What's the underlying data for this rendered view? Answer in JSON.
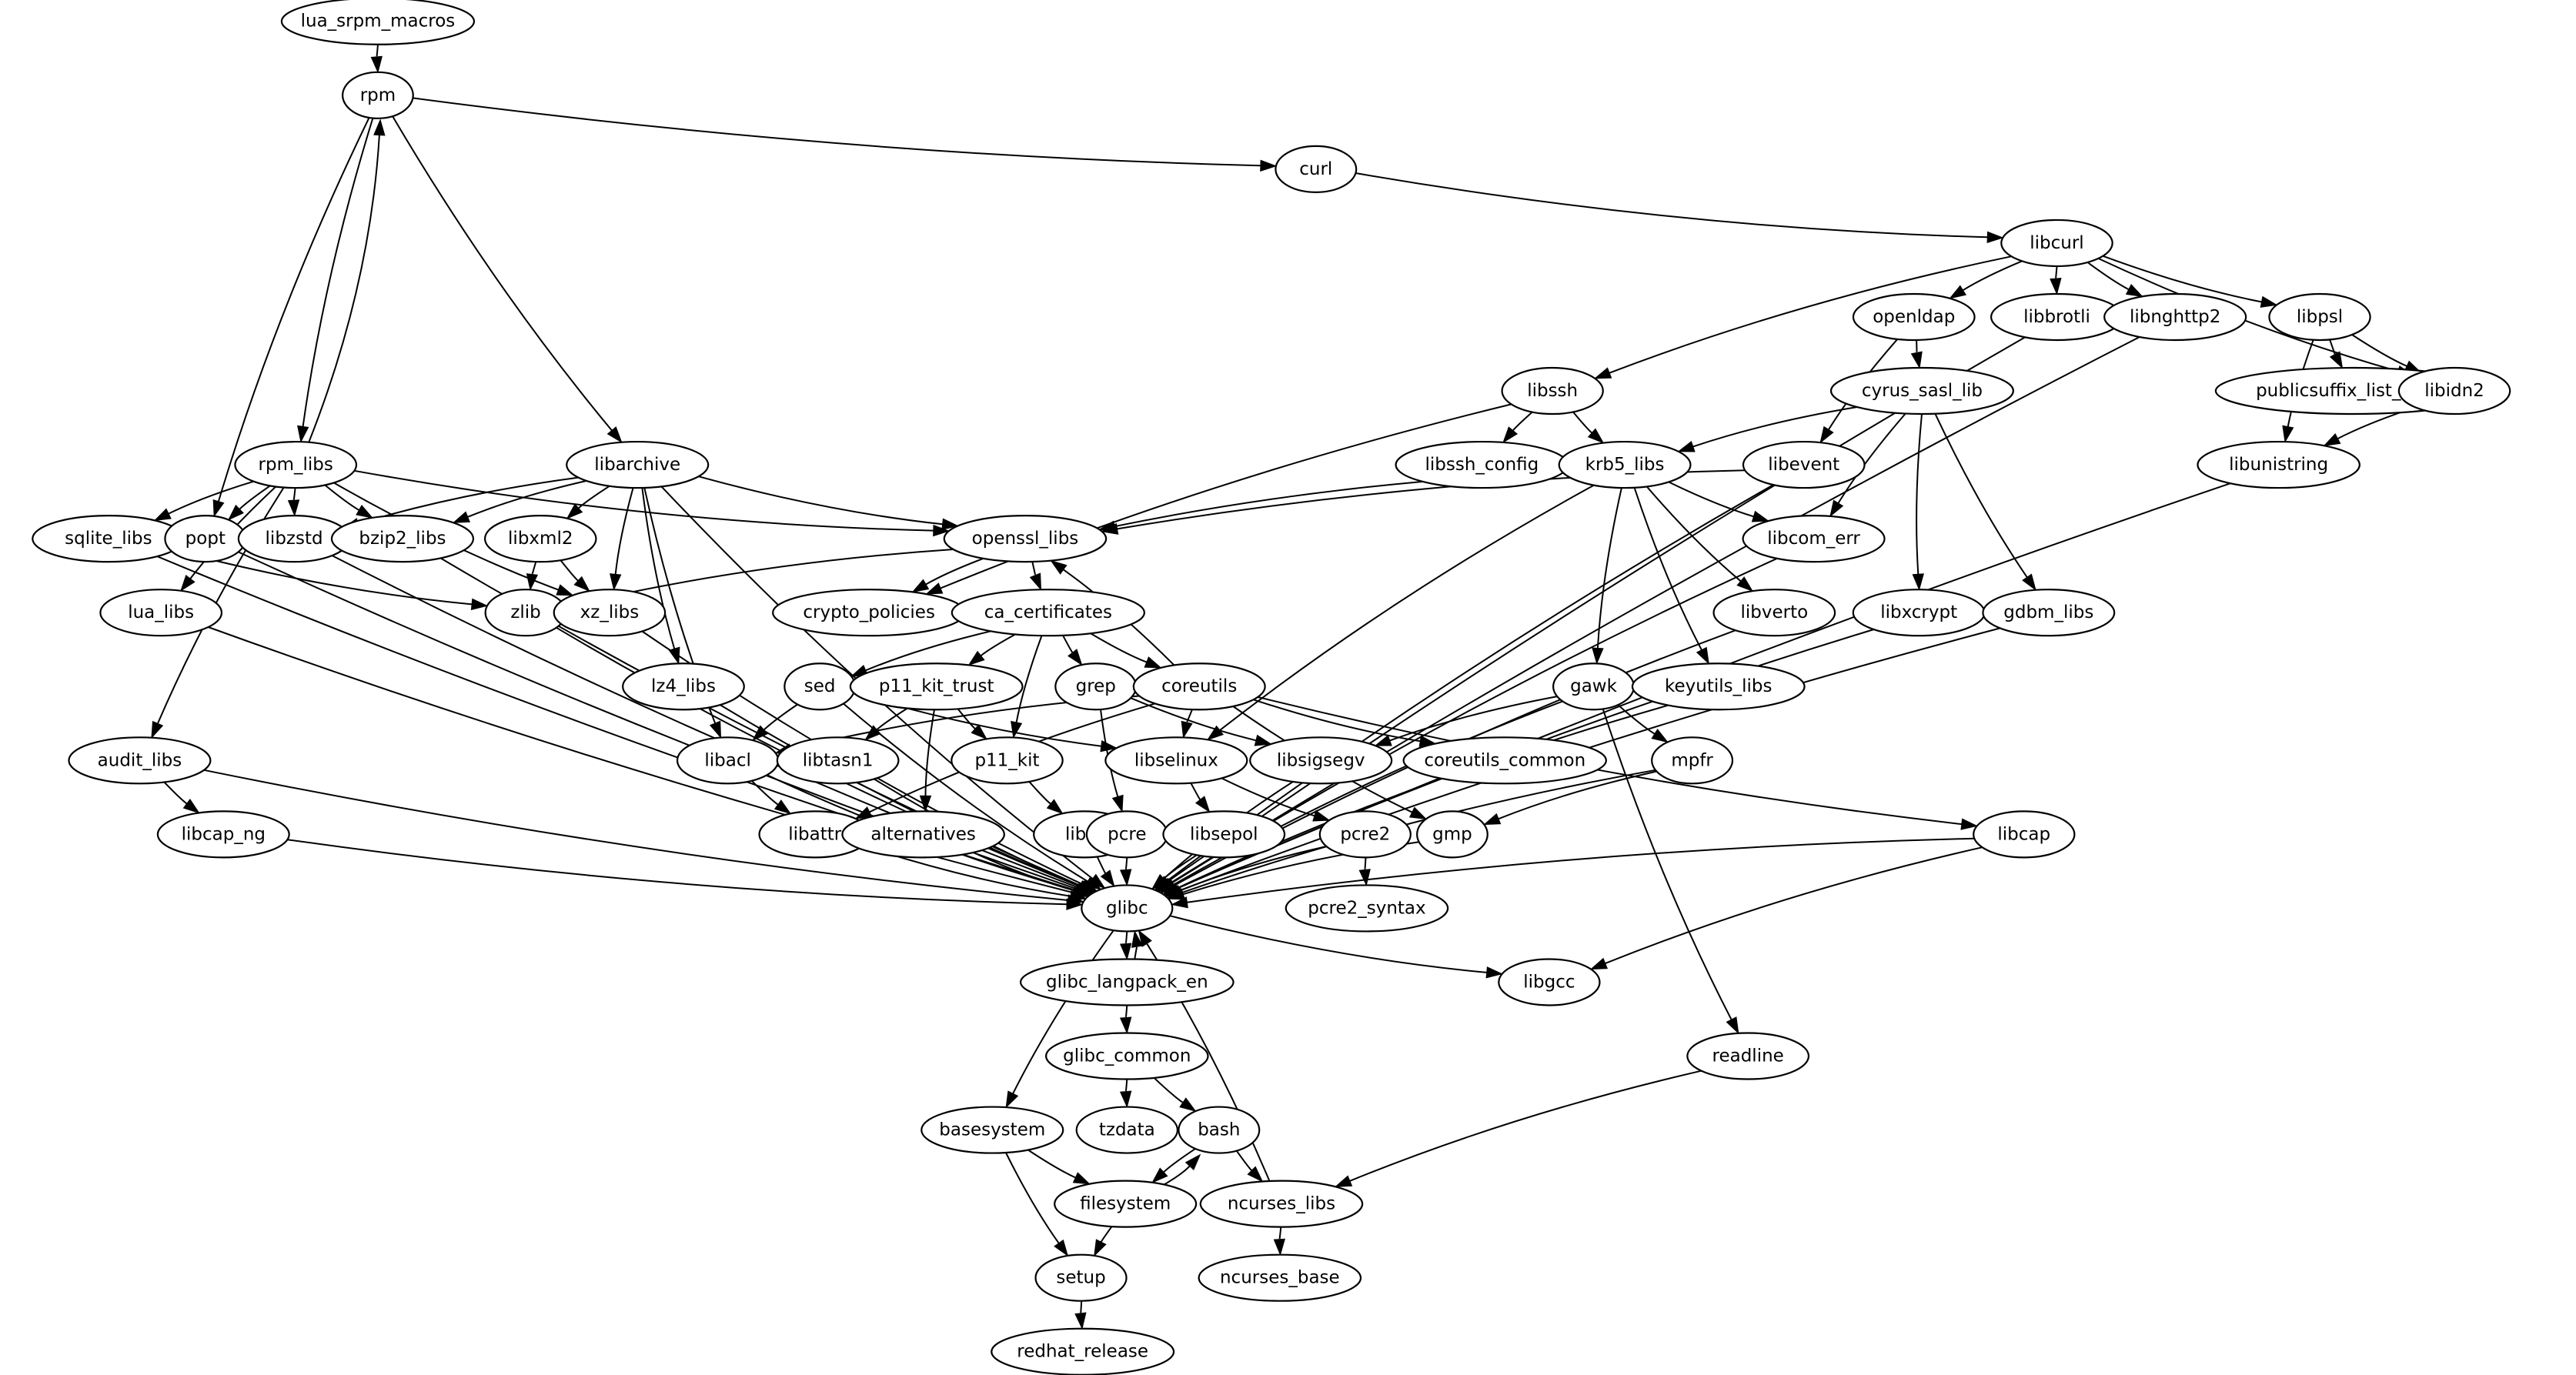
{
  "diagram": {
    "type": "directed-graph",
    "title": "",
    "nodes": [
      {
        "id": "lua_srpm_macros",
        "label": "lua_srpm_macros"
      },
      {
        "id": "rpm",
        "label": "rpm"
      },
      {
        "id": "curl",
        "label": "curl"
      },
      {
        "id": "libcurl",
        "label": "libcurl"
      },
      {
        "id": "rpm_libs",
        "label": "rpm_libs"
      },
      {
        "id": "libarchive",
        "label": "libarchive"
      },
      {
        "id": "openldap",
        "label": "openldap"
      },
      {
        "id": "libbrotli",
        "label": "libbrotli"
      },
      {
        "id": "libnghttp2",
        "label": "libnghttp2"
      },
      {
        "id": "libpsl",
        "label": "libpsl"
      },
      {
        "id": "libssh",
        "label": "libssh"
      },
      {
        "id": "cyrus_sasl_lib",
        "label": "cyrus_sasl_lib"
      },
      {
        "id": "publicsuffix_list_dafsa",
        "label": "publicsuffix_list_dafsa"
      },
      {
        "id": "libidn2",
        "label": "libidn2"
      },
      {
        "id": "libssh_config",
        "label": "libssh_config"
      },
      {
        "id": "krb5_libs",
        "label": "krb5_libs"
      },
      {
        "id": "libevent",
        "label": "libevent"
      },
      {
        "id": "libunistring",
        "label": "libunistring"
      },
      {
        "id": "sqlite_libs",
        "label": "sqlite_libs"
      },
      {
        "id": "popt",
        "label": "popt"
      },
      {
        "id": "libzstd",
        "label": "libzstd"
      },
      {
        "id": "bzip2_libs",
        "label": "bzip2_libs"
      },
      {
        "id": "libxml2",
        "label": "libxml2"
      },
      {
        "id": "openssl_libs",
        "label": "openssl_libs"
      },
      {
        "id": "libcom_err",
        "label": "libcom_err"
      },
      {
        "id": "lua_libs",
        "label": "lua_libs"
      },
      {
        "id": "zlib",
        "label": "zlib"
      },
      {
        "id": "xz_libs",
        "label": "xz_libs"
      },
      {
        "id": "crypto_policies",
        "label": "crypto_policies"
      },
      {
        "id": "ca_certificates",
        "label": "ca_certificates"
      },
      {
        "id": "libverto",
        "label": "libverto"
      },
      {
        "id": "libxcrypt",
        "label": "libxcrypt"
      },
      {
        "id": "gdbm_libs",
        "label": "gdbm_libs"
      },
      {
        "id": "lz4_libs",
        "label": "lz4_libs"
      },
      {
        "id": "sed",
        "label": "sed"
      },
      {
        "id": "p11_kit_trust",
        "label": "p11_kit_trust"
      },
      {
        "id": "grep",
        "label": "grep"
      },
      {
        "id": "coreutils",
        "label": "coreutils"
      },
      {
        "id": "gawk",
        "label": "gawk"
      },
      {
        "id": "keyutils_libs",
        "label": "keyutils_libs"
      },
      {
        "id": "audit_libs",
        "label": "audit_libs"
      },
      {
        "id": "libacl",
        "label": "libacl"
      },
      {
        "id": "libtasn1",
        "label": "libtasn1"
      },
      {
        "id": "p11_kit",
        "label": "p11_kit"
      },
      {
        "id": "libselinux",
        "label": "libselinux"
      },
      {
        "id": "libsigsegv",
        "label": "libsigsegv"
      },
      {
        "id": "coreutils_common",
        "label": "coreutils_common"
      },
      {
        "id": "mpfr",
        "label": "mpfr"
      },
      {
        "id": "libcap_ng",
        "label": "libcap_ng"
      },
      {
        "id": "libattr",
        "label": "libattr"
      },
      {
        "id": "alternatives",
        "label": "alternatives"
      },
      {
        "id": "libffi",
        "label": "libffi"
      },
      {
        "id": "pcre",
        "label": "pcre"
      },
      {
        "id": "libsepol",
        "label": "libsepol"
      },
      {
        "id": "pcre2",
        "label": "pcre2"
      },
      {
        "id": "gmp",
        "label": "gmp"
      },
      {
        "id": "libcap",
        "label": "libcap"
      },
      {
        "id": "glibc",
        "label": "glibc"
      },
      {
        "id": "pcre2_syntax",
        "label": "pcre2_syntax"
      },
      {
        "id": "glibc_langpack_en",
        "label": "glibc_langpack_en"
      },
      {
        "id": "libgcc",
        "label": "libgcc"
      },
      {
        "id": "glibc_common",
        "label": "glibc_common"
      },
      {
        "id": "readline",
        "label": "readline"
      },
      {
        "id": "basesystem",
        "label": "basesystem"
      },
      {
        "id": "tzdata",
        "label": "tzdata"
      },
      {
        "id": "bash",
        "label": "bash"
      },
      {
        "id": "filesystem",
        "label": "filesystem"
      },
      {
        "id": "ncurses_libs",
        "label": "ncurses_libs"
      },
      {
        "id": "setup",
        "label": "setup"
      },
      {
        "id": "ncurses_base",
        "label": "ncurses_base"
      },
      {
        "id": "redhat_release",
        "label": "redhat_release"
      }
    ],
    "edges": [
      [
        "lua_srpm_macros",
        "rpm"
      ],
      [
        "rpm",
        "rpm_libs"
      ],
      [
        "rpm_libs",
        "rpm"
      ],
      [
        "rpm",
        "popt"
      ],
      [
        "rpm",
        "libarchive"
      ],
      [
        "rpm",
        "curl"
      ],
      [
        "curl",
        "libcurl"
      ],
      [
        "libcurl",
        "libssh"
      ],
      [
        "libcurl",
        "openldap"
      ],
      [
        "libcurl",
        "libbrotli"
      ],
      [
        "libcurl",
        "libnghttp2"
      ],
      [
        "libcurl",
        "libpsl"
      ],
      [
        "libcurl",
        "libidn2"
      ],
      [
        "openldap",
        "cyrus_sasl_lib"
      ],
      [
        "openldap",
        "libevent"
      ],
      [
        "libpsl",
        "publicsuffix_list_dafsa"
      ],
      [
        "libpsl",
        "libidn2"
      ],
      [
        "libpsl",
        "libunistring"
      ],
      [
        "libidn2",
        "libunistring"
      ],
      [
        "libssh",
        "libssh_config"
      ],
      [
        "libssh",
        "krb5_libs"
      ],
      [
        "libssh",
        "crypto_policies"
      ],
      [
        "cyrus_sasl_lib",
        "krb5_libs"
      ],
      [
        "cyrus_sasl_lib",
        "libcom_err"
      ],
      [
        "cyrus_sasl_lib",
        "libxcrypt"
      ],
      [
        "cyrus_sasl_lib",
        "gdbm_libs"
      ],
      [
        "krb5_libs",
        "openssl_libs"
      ],
      [
        "krb5_libs",
        "libcom_err"
      ],
      [
        "krb5_libs",
        "libverto"
      ],
      [
        "krb5_libs",
        "keyutils_libs"
      ],
      [
        "krb5_libs",
        "gawk"
      ],
      [
        "krb5_libs",
        "libselinux"
      ],
      [
        "libevent",
        "openssl_libs"
      ],
      [
        "rpm_libs",
        "sqlite_libs"
      ],
      [
        "rpm_libs",
        "popt"
      ],
      [
        "rpm_libs",
        "libzstd"
      ],
      [
        "rpm_libs",
        "bzip2_libs"
      ],
      [
        "rpm_libs",
        "lua_libs"
      ],
      [
        "rpm_libs",
        "audit_libs"
      ],
      [
        "rpm_libs",
        "xz_libs"
      ],
      [
        "rpm_libs",
        "openssl_libs"
      ],
      [
        "libarchive",
        "libzstd"
      ],
      [
        "libarchive",
        "bzip2_libs"
      ],
      [
        "libarchive",
        "libxml2"
      ],
      [
        "libarchive",
        "xz_libs"
      ],
      [
        "libarchive",
        "lz4_libs"
      ],
      [
        "libarchive",
        "libacl"
      ],
      [
        "libarchive",
        "openssl_libs"
      ],
      [
        "libarchive",
        "glibc"
      ],
      [
        "libxml2",
        "zlib"
      ],
      [
        "libxml2",
        "xz_libs"
      ],
      [
        "sqlite_libs",
        "zlib"
      ],
      [
        "openssl_libs",
        "zlib"
      ],
      [
        "openssl_libs",
        "crypto_policies"
      ],
      [
        "openssl_libs",
        "ca_certificates"
      ],
      [
        "ca_certificates",
        "sed"
      ],
      [
        "ca_certificates",
        "p11_kit_trust"
      ],
      [
        "ca_certificates",
        "p11_kit"
      ],
      [
        "ca_certificates",
        "grep"
      ],
      [
        "ca_certificates",
        "coreutils"
      ],
      [
        "coreutils",
        "openssl_libs"
      ],
      [
        "coreutils",
        "libacl"
      ],
      [
        "coreutils",
        "libattr"
      ],
      [
        "coreutils",
        "libselinux"
      ],
      [
        "coreutils",
        "coreutils_common"
      ],
      [
        "coreutils",
        "gmp"
      ],
      [
        "coreutils",
        "libcap"
      ],
      [
        "sed",
        "libacl"
      ],
      [
        "sed",
        "libselinux"
      ],
      [
        "p11_kit_trust",
        "libtasn1"
      ],
      [
        "p11_kit_trust",
        "p11_kit"
      ],
      [
        "p11_kit_trust",
        "alternatives"
      ],
      [
        "grep",
        "pcre"
      ],
      [
        "grep",
        "libsigsegv"
      ],
      [
        "gawk",
        "libsigsegv"
      ],
      [
        "gawk",
        "mpfr"
      ],
      [
        "gawk",
        "readline"
      ],
      [
        "mpfr",
        "gmp"
      ],
      [
        "audit_libs",
        "libcap_ng"
      ],
      [
        "libacl",
        "libattr"
      ],
      [
        "p11_kit",
        "libffi"
      ],
      [
        "libselinux",
        "libsepol"
      ],
      [
        "libselinux",
        "pcre2"
      ],
      [
        "pcre2",
        "pcre2_syntax"
      ],
      [
        "libcap",
        "libgcc"
      ],
      [
        "sqlite_libs",
        "glibc"
      ],
      [
        "popt",
        "glibc"
      ],
      [
        "libzstd",
        "glibc"
      ],
      [
        "bzip2_libs",
        "glibc"
      ],
      [
        "lua_libs",
        "glibc"
      ],
      [
        "zlib",
        "glibc"
      ],
      [
        "xz_libs",
        "glibc"
      ],
      [
        "lz4_libs",
        "glibc"
      ],
      [
        "audit_libs",
        "glibc"
      ],
      [
        "libcap_ng",
        "glibc"
      ],
      [
        "sed",
        "glibc"
      ],
      [
        "libacl",
        "glibc"
      ],
      [
        "libtasn1",
        "glibc"
      ],
      [
        "libattr",
        "glibc"
      ],
      [
        "alternatives",
        "glibc"
      ],
      [
        "libffi",
        "glibc"
      ],
      [
        "pcre",
        "glibc"
      ],
      [
        "libsepol",
        "glibc"
      ],
      [
        "pcre2",
        "glibc"
      ],
      [
        "gmp",
        "glibc"
      ],
      [
        "libsigsegv",
        "glibc"
      ],
      [
        "mpfr",
        "glibc"
      ],
      [
        "gawk",
        "glibc"
      ],
      [
        "keyutils_libs",
        "glibc"
      ],
      [
        "libverto",
        "glibc"
      ],
      [
        "libcom_err",
        "glibc"
      ],
      [
        "libevent",
        "glibc"
      ],
      [
        "libxcrypt",
        "glibc"
      ],
      [
        "gdbm_libs",
        "glibc"
      ],
      [
        "libcap",
        "glibc"
      ],
      [
        "libbrotli",
        "glibc"
      ],
      [
        "libnghttp2",
        "glibc"
      ],
      [
        "libunistring",
        "glibc"
      ],
      [
        "glibc",
        "glibc_langpack_en"
      ],
      [
        "glibc_langpack_en",
        "glibc"
      ],
      [
        "glibc",
        "basesystem"
      ],
      [
        "glibc",
        "libgcc"
      ],
      [
        "glibc_langpack_en",
        "glibc_common"
      ],
      [
        "glibc_common",
        "tzdata"
      ],
      [
        "glibc_common",
        "bash"
      ],
      [
        "basesystem",
        "filesystem"
      ],
      [
        "basesystem",
        "setup"
      ],
      [
        "bash",
        "filesystem"
      ],
      [
        "filesystem",
        "bash"
      ],
      [
        "bash",
        "ncurses_libs"
      ],
      [
        "readline",
        "ncurses_libs"
      ],
      [
        "ncurses_libs",
        "glibc"
      ],
      [
        "ncurses_libs",
        "ncurses_base"
      ],
      [
        "filesystem",
        "setup"
      ],
      [
        "setup",
        "redhat_release"
      ]
    ]
  }
}
